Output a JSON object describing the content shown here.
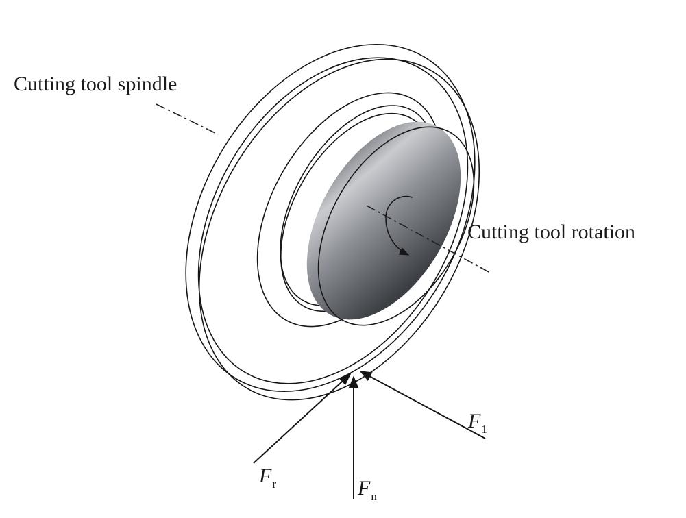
{
  "diagram": {
    "labels": {
      "spindle": "Cutting tool spindle",
      "rotation": "Cutting tool rotation"
    },
    "forces": [
      {
        "id": "Fr",
        "symbol": "F",
        "subscript": "r"
      },
      {
        "id": "Fn",
        "symbol": "F",
        "subscript": "n"
      },
      {
        "id": "F1",
        "symbol": "F",
        "subscript": "1"
      }
    ],
    "colors": {
      "face_light": "#bdbfc5",
      "face_dark": "#53565c",
      "line": "#161616"
    }
  }
}
